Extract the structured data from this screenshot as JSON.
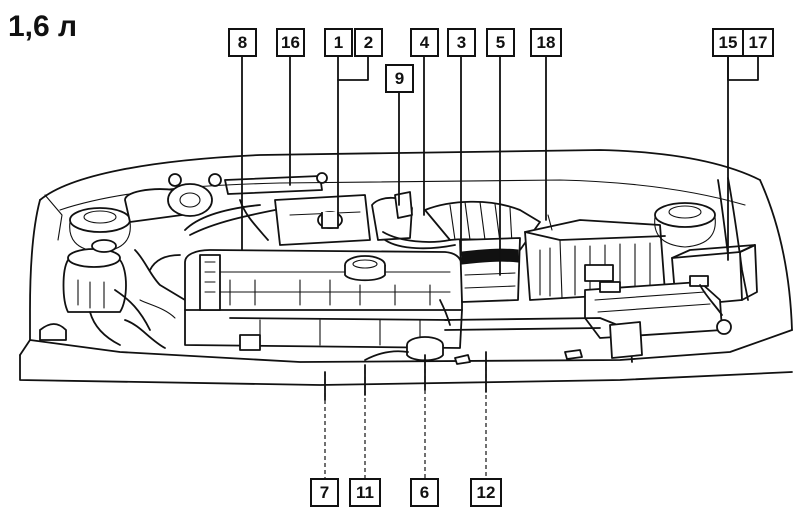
{
  "title": "1,6 л",
  "callouts": {
    "c8": "8",
    "c16": "16",
    "c1": "1",
    "c2": "2",
    "c9": "9",
    "c4": "4",
    "c3": "3",
    "c5": "5",
    "c18": "18",
    "c15": "15",
    "c17": "17",
    "c7": "7",
    "c11": "11",
    "c6": "6",
    "c12": "12"
  }
}
